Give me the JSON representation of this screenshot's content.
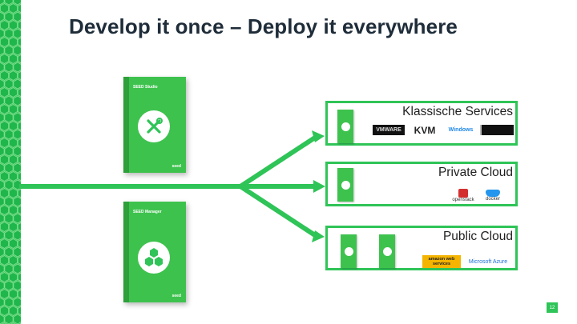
{
  "slide": {
    "title": "Develop it once – Deploy it everywhere",
    "page_number": "12"
  },
  "products": [
    {
      "header": "SEED Studio",
      "icon": "tools-icon",
      "logo": "seed"
    },
    {
      "header": "SEED Manager",
      "icon": "hexagon-cluster-icon",
      "logo": "seed"
    }
  ],
  "targets": [
    {
      "label": "Klassische Services",
      "brands": [
        "VMWARE",
        "KVM",
        "Windows",
        "",
        ""
      ]
    },
    {
      "label": "Private Cloud",
      "brands": [
        "openstack",
        "docker"
      ]
    },
    {
      "label": "Public Cloud",
      "brands": [
        "amazon web services",
        "Microsoft Azure"
      ]
    }
  ],
  "colors": {
    "accent_green": "#2fc457",
    "title_text": "#1f2d3a"
  }
}
